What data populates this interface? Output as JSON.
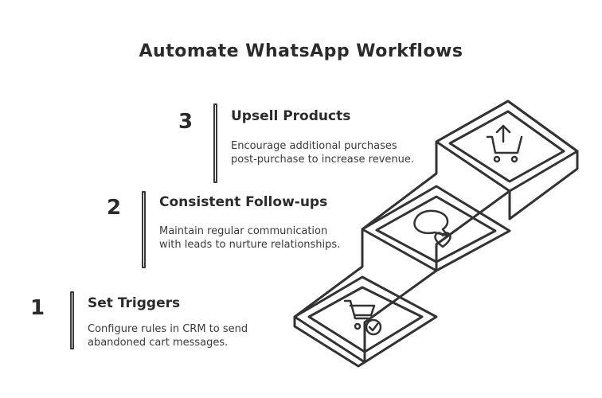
{
  "title": "Automate WhatsApp Workflows",
  "steps": [
    {
      "number": "1",
      "title": "Set Triggers",
      "description": "Configure rules in CRM to send abandoned cart messages.",
      "icon": "cart-check-icon"
    },
    {
      "number": "2",
      "title": "Consistent Follow-ups",
      "description": "Maintain regular communication with leads to nurture relationships.",
      "icon": "chat-heart-icon"
    },
    {
      "number": "3",
      "title": "Upsell Products",
      "description": "Encourage additional purchases post-purchase to increase revenue.",
      "icon": "cart-upsell-icon"
    }
  ],
  "colors": {
    "stroke": "#333333",
    "text": "#2b2b2b",
    "background": "#ffffff"
  }
}
